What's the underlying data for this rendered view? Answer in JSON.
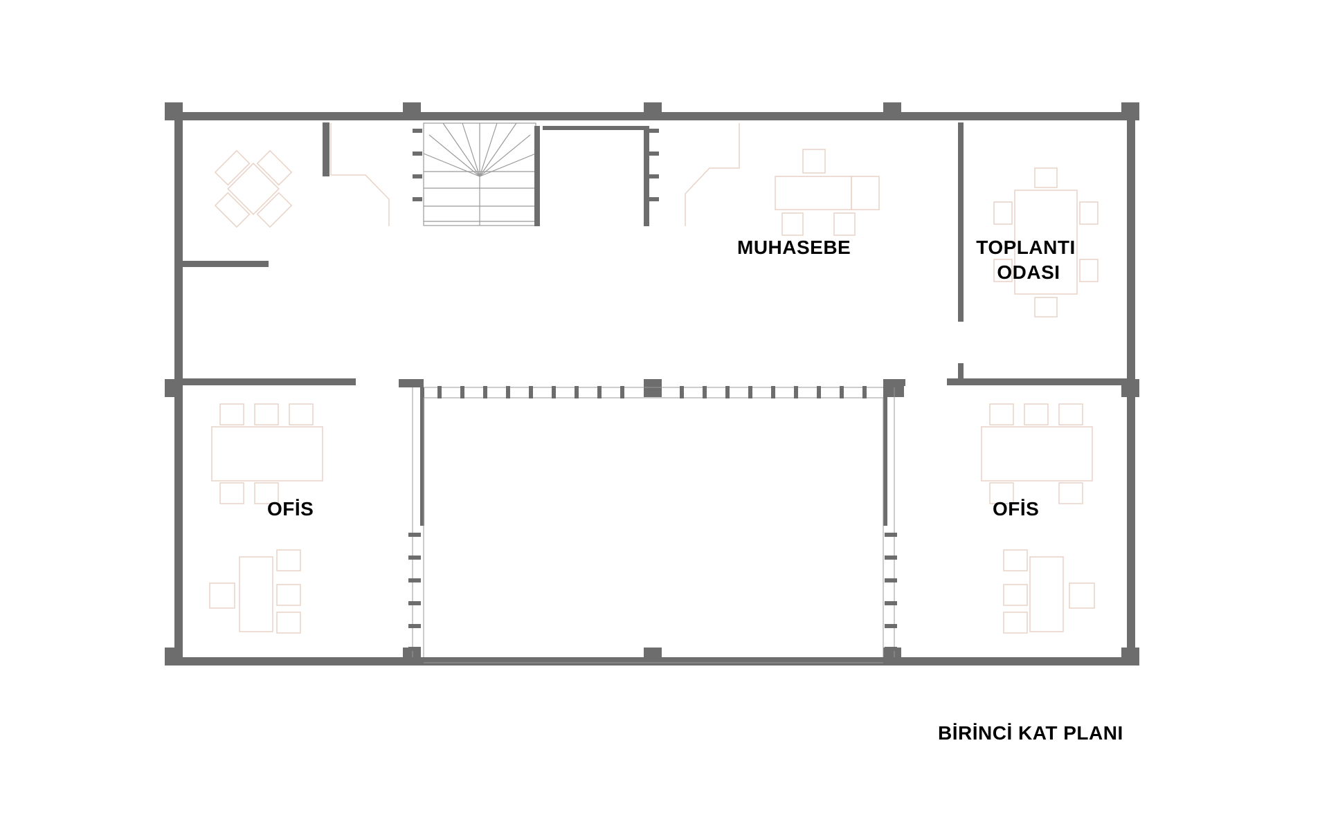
{
  "plan": {
    "title": "BİRİNCİ KAT PLANI",
    "colors": {
      "wall": "#6d6d6d",
      "furniture": "#e9d2c6",
      "stair": "#cccccc"
    },
    "rooms": [
      {
        "id": "muhasebe",
        "label": "MUHASEBE"
      },
      {
        "id": "toplanti",
        "label_line1": "TOPLANTI",
        "label_line2": "ODASI"
      },
      {
        "id": "ofis-left",
        "label": "OFİS"
      },
      {
        "id": "ofis-right",
        "label": "OFİS"
      }
    ]
  }
}
